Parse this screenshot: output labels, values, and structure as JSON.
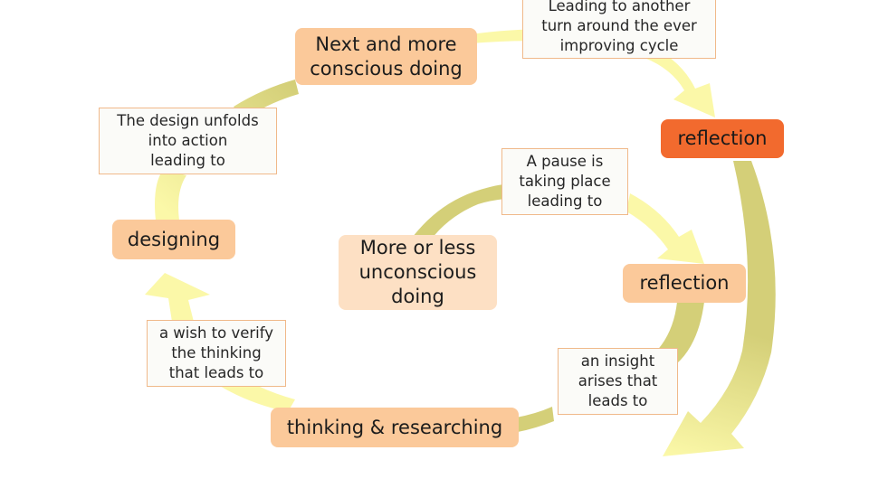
{
  "colors": {
    "arrow_dark": "#d4cf78",
    "arrow_light": "#fbf8a8",
    "node_peach": "#fbc99a",
    "node_light": "#fde0c4",
    "node_highlight": "#f26a2e",
    "note_border": "#f0b98a"
  },
  "nodes": {
    "next_doing": "Next and more\nconscious doing",
    "reflection_outer": "reflection",
    "designing": "designing",
    "unconscious_doing": "More or less\nunconscious\ndoing",
    "reflection_inner": "reflection",
    "thinking": "thinking & researching"
  },
  "notes": {
    "leading_cycle": "Leading to another\nturn around the ever\nimproving cycle",
    "design_unfolds": "The design unfolds\ninto action\nleading to",
    "pause": "A pause is\ntaking place\nleading to",
    "wish_verify": "a wish to verify\nthe thinking\nthat leads to",
    "insight": "an insight\narises that\nleads to"
  }
}
